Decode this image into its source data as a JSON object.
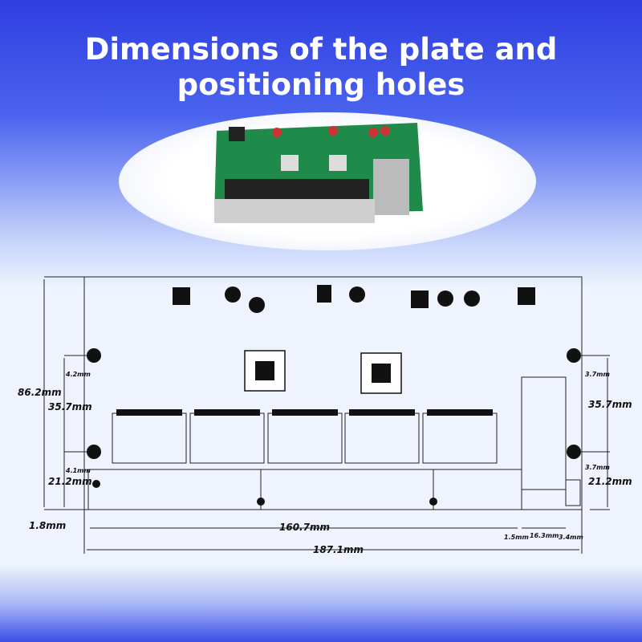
{
  "title": {
    "line1": "Dimensions of the plate and",
    "line2": "positioning holes"
  },
  "dimensions": {
    "total_height": "86.2mm",
    "left_hole_spacing": "35.7mm",
    "left_bottom": "21.2mm",
    "left_top_offset": "4.2mm",
    "left_hole_offset": "4.1mm",
    "left_edge": "1.8mm",
    "ports_width": "160.7mm",
    "total_width": "187.1mm",
    "right_hole_spacing": "35.7mm",
    "right_bottom": "21.2mm",
    "right_top_offset": "3.7mm",
    "right_hole_offset": "3.7mm",
    "gap": "1.5mm",
    "sfp_width": "16.3mm",
    "right_edge": "3.4mm"
  },
  "colors": {
    "pcb": "#1f8a4a",
    "accent": "#3a4fe6"
  }
}
